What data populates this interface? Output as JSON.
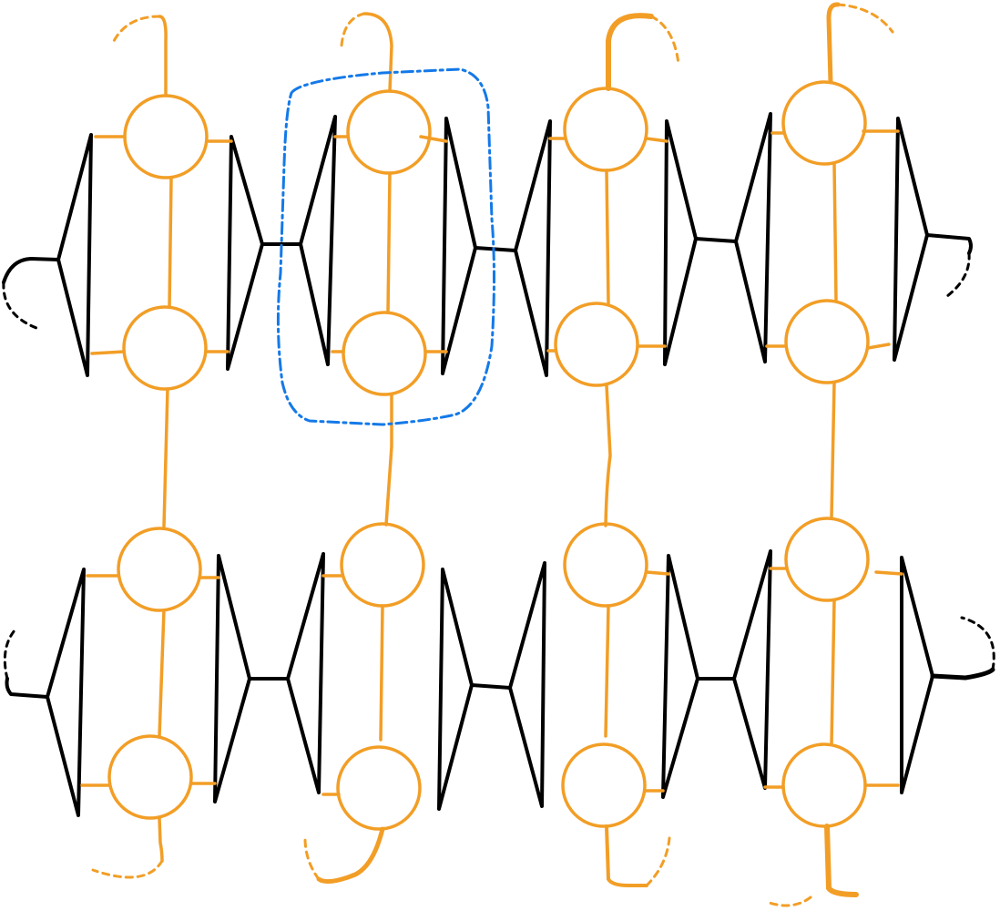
{
  "diagram": {
    "type": "tensor-network-sketch",
    "colors": {
      "tensor_edge": "#000000",
      "leg": "#F29E26",
      "node_stroke": "#F29E26",
      "highlight": "#1479E8",
      "background": "#FFFFFF"
    },
    "icons": [
      "triangle-tensor",
      "circle-node",
      "dashed-open-leg",
      "dashed-highlight-box"
    ],
    "rows": [
      {
        "name": "top-row",
        "triangle_pairs": 4,
        "circle_pairs": 4
      },
      {
        "name": "bottom-row",
        "triangle_pairs": 4,
        "circle_pairs": 4
      }
    ],
    "highlight_region": {
      "row": "top-row",
      "column": 2
    }
  }
}
